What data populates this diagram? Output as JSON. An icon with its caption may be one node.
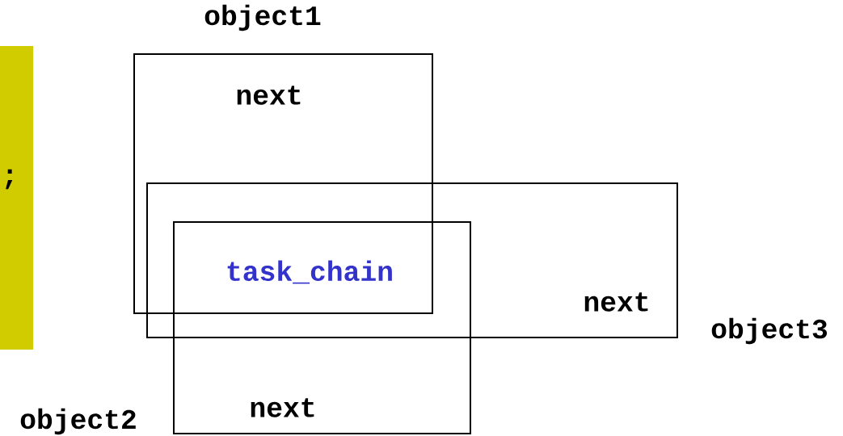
{
  "diagram": {
    "nodes": [
      {
        "text": [
          ";"
        ]
      },
      {
        "text": [
          "object1",
          "next"
        ]
      },
      {
        "text": [
          "next",
          "object3"
        ]
      },
      {
        "text": [
          "next",
          "object2"
        ]
      }
    ],
    "labels": [
      "task_chain"
    ]
  }
}
